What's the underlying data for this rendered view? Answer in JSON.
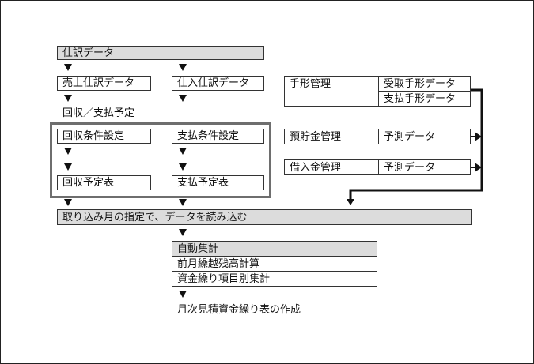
{
  "nodes": {
    "shiwake_data": "仕訳データ",
    "uriage_data": "売上仕訳データ",
    "shiire_data": "仕入仕訳データ",
    "kaishu_shiharai_yotei": "回収／支払予定",
    "kaishu_joken": "回収条件設定",
    "shiharai_joken": "支払条件設定",
    "kaishu_yotei_hyo": "回収予定表",
    "shiharai_yotei_hyo": "支払予定表",
    "tegata_kanri": "手形管理",
    "uketori_tegata": "受取手形データ",
    "shiharai_tegata": "支払手形データ",
    "yochokin_kanri": "預貯金管理",
    "yosoku_data_1": "予測データ",
    "kariirekin_kanri": "借入金管理",
    "yosoku_data_2": "予測データ",
    "torikomi": "取り込み月の指定で、データを読み込む",
    "jido_shukei": "自動集計",
    "zengetsu_kurikoshi": "前月繰越残高計算",
    "shikinguri_shukei": "資金繰り項目別集計",
    "getsuji_mitsumori": "月次見積資金繰り表の作成"
  }
}
